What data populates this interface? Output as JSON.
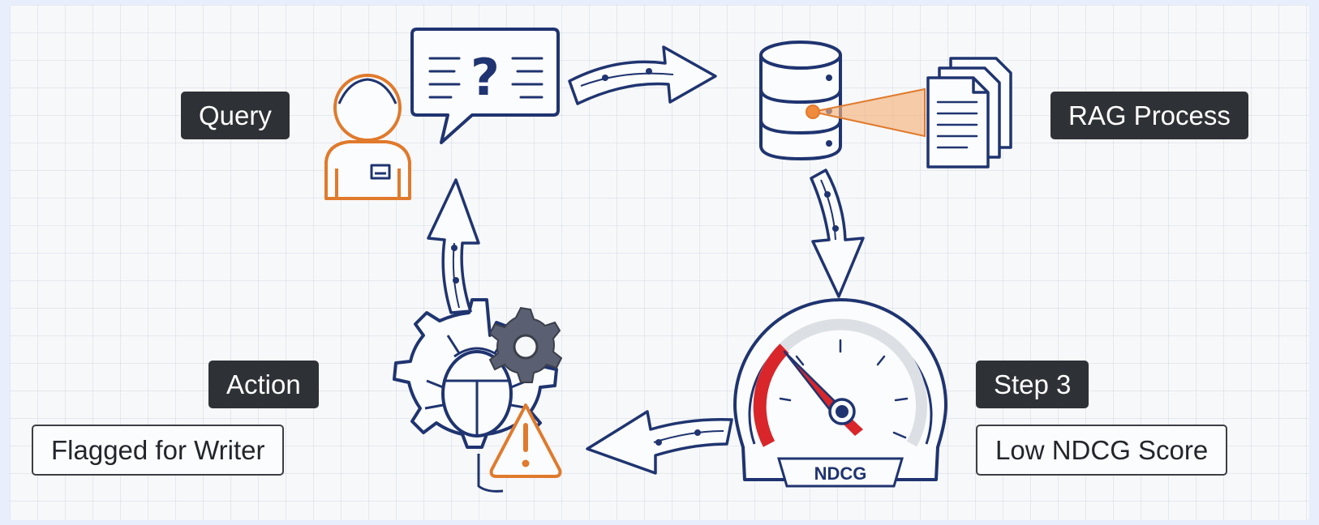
{
  "labels": {
    "query": "Query",
    "rag_process": "RAG Process",
    "step3": "Step 3",
    "low_ndcg": "Low NDCG Score",
    "action": "Action",
    "flagged": "Flagged for Writer"
  },
  "gauge": {
    "text": "NDCG",
    "level": 0.15
  },
  "colors": {
    "navy": "#1f3470",
    "orange": "#e07a2c",
    "red": "#d8262b",
    "dark_label": "#2e3136"
  },
  "icons": [
    "user-icon",
    "question-bubble-icon",
    "database-icon",
    "documents-icon",
    "gauge-icon",
    "bug-icon",
    "gear-icon",
    "warning-icon"
  ]
}
